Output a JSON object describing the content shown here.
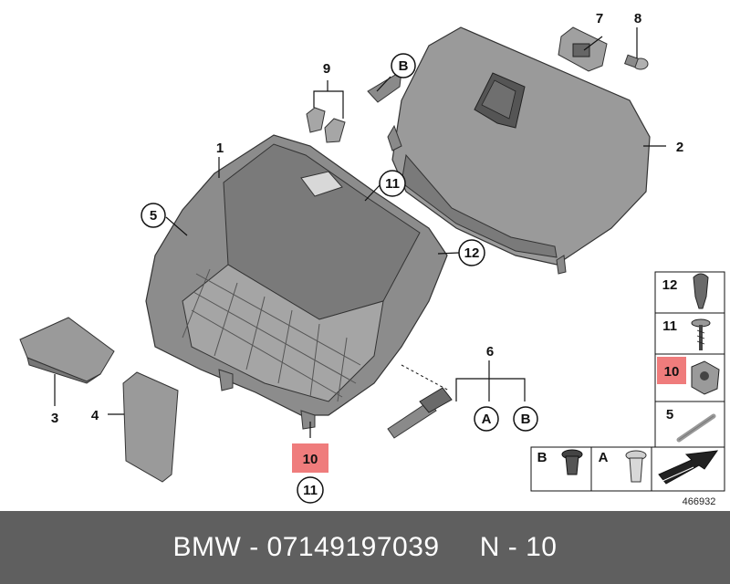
{
  "colors": {
    "part_fill": "#8e8e8e",
    "part_dark": "#6e6e6e",
    "part_light": "#b4b4b4",
    "highlight": "#ef7c7c",
    "footer_bg": "#5f5f5f"
  },
  "callouts": {
    "c1": "1",
    "c2": "2",
    "c3": "3",
    "c4": "4",
    "c5": "5",
    "c6": "6",
    "c7": "7",
    "c8": "8",
    "c9": "9",
    "c10": "10",
    "c11a": "11",
    "c11b": "11",
    "c12": "12",
    "ref_a": "A",
    "ref_b1": "B",
    "ref_b2": "B"
  },
  "side_panel": {
    "n12": "12",
    "n11": "11",
    "n10": "10",
    "n5": "5",
    "label_b": "B",
    "label_a": "A"
  },
  "reference_number": "466932",
  "footer": {
    "brand": "BMW",
    "sep1": " - ",
    "part_number": "07149197039",
    "gap": "     ",
    "position": "N - 10"
  }
}
